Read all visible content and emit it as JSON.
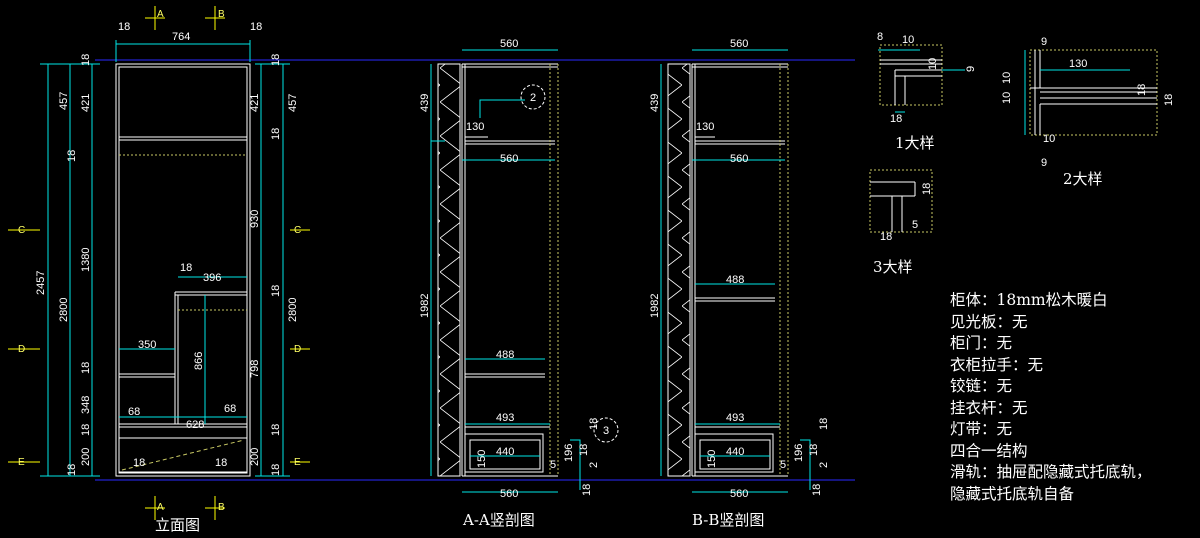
{
  "captions": {
    "elevation": "立面图",
    "section_a": "A-A竖剖图",
    "section_b": "B-B竖剖图",
    "detail_1": "1大样",
    "detail_2": "2大样",
    "detail_3": "3大样"
  },
  "markers": {
    "a": "A",
    "b": "B",
    "c": "C",
    "d": "D",
    "e": "E"
  },
  "callouts": {
    "c2": "2",
    "c3": "3"
  },
  "elevation_dims": {
    "width": "764",
    "left_top": "18",
    "right_top": "18",
    "total_h": "2457",
    "h2800": "2800",
    "h457": "457",
    "h421": "421",
    "h18a": "18",
    "h18b": "18",
    "h1380": "1380",
    "h18c": "18",
    "h348": "348",
    "h18d": "18",
    "h200": "200",
    "h18e": "18",
    "r18a": "18",
    "r421": "421",
    "r18b": "18",
    "r930": "930",
    "r18c": "18",
    "r798": "798",
    "r18d": "18",
    "r200": "200",
    "r18e": "18",
    "r457": "457",
    "r2800": "2800",
    "d18_top": "18",
    "d396": "396",
    "d350": "350",
    "d866": "866",
    "d68a": "68",
    "d628": "628",
    "d68b": "68",
    "d18_bl": "18",
    "d18_br": "18"
  },
  "section_dims": {
    "w560_top": "560",
    "h439": "439",
    "d130": "130",
    "w560_mid": "560",
    "h1982": "1982",
    "w488": "488",
    "w493": "493",
    "w440": "440",
    "h150": "150",
    "d196": "196",
    "d5": "5",
    "d2": "2",
    "d18a": "18",
    "d18b": "18",
    "d18c": "18",
    "w560_bottom": "560"
  },
  "detail_dims": {
    "d8": "8",
    "d10a": "10",
    "d10b": "10",
    "d9a": "9",
    "d18a": "18",
    "d9b": "9",
    "d130": "130",
    "d10c": "10",
    "d10d": "10",
    "d18b": "18",
    "d18c": "18",
    "d10e": "10",
    "d9c": "9",
    "d18d": "18",
    "d18e": "18",
    "d5": "5"
  },
  "specs": [
    "柜体：18mm松木暖白",
    "见光板：无",
    "柜门：无",
    "衣柜拉手：无",
    "铰链：无",
    "挂衣杆：无",
    "灯带：无",
    "四合一结构",
    "滑轨：抽屉配隐藏式托底轨，",
    "隐藏式托底轨自备"
  ],
  "colors": {
    "background": "#000000",
    "lines": "#ffffff",
    "dimension": "#00e6e6",
    "frame": "#2020ff",
    "marker": "#ffff00",
    "hidden": "#c8c864"
  }
}
